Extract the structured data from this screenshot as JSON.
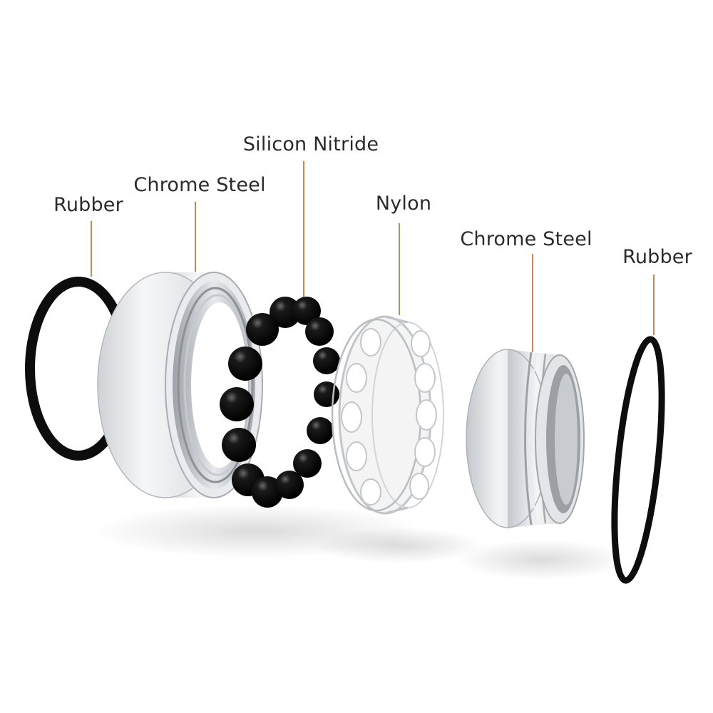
{
  "labels": {
    "rubber_left": "Rubber",
    "chrome_steel_outer": "Chrome Steel",
    "silicon_nitride": "Silicon Nitride",
    "nylon": "Nylon",
    "chrome_steel_inner": "Chrome Steel",
    "rubber_right": "Rubber"
  },
  "colors": {
    "leader_line": "#c8875a",
    "rubber": "#0d0d0d",
    "steel_light": "#f2f3f5",
    "steel_mid": "#c9ccd1",
    "steel_dark": "#8d9197",
    "ball": "#0b0b0b",
    "nylon": "#f7f7f8",
    "label_text": "#2b2b2b"
  }
}
